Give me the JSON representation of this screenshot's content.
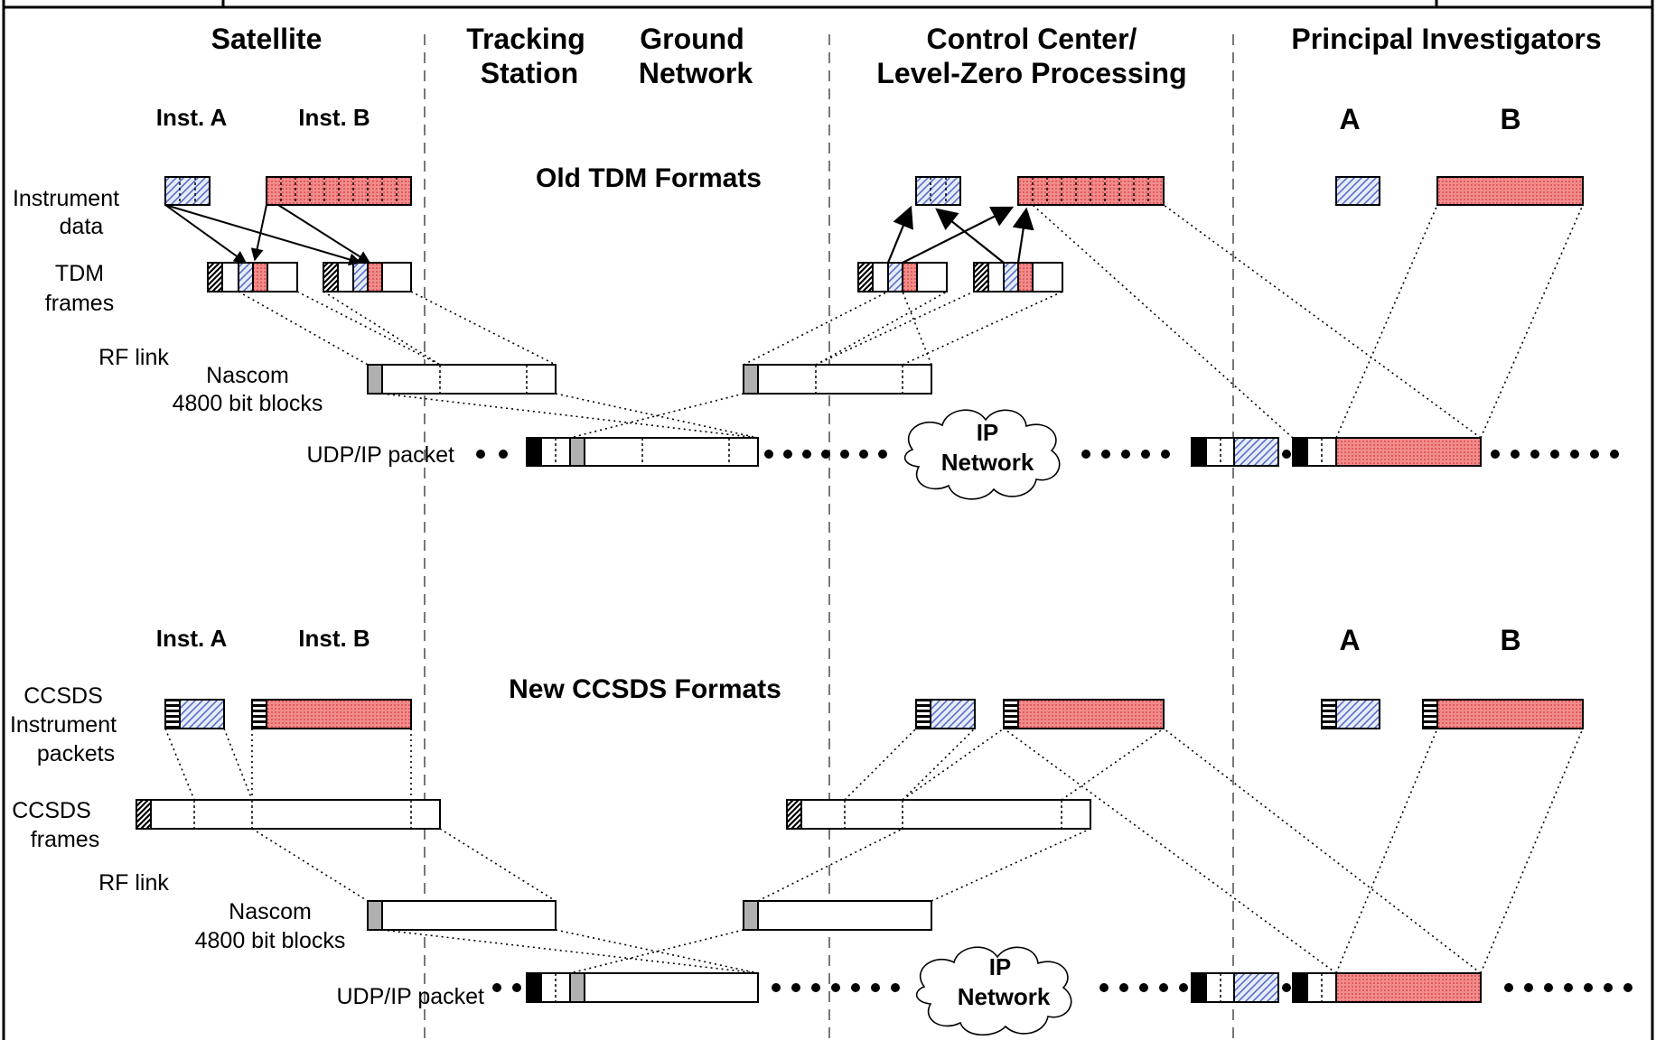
{
  "headers": {
    "satellite": "Satellite",
    "tracking_1": "Tracking",
    "tracking_2": "Station",
    "ground_1": "Ground",
    "ground_2": "Network",
    "control_1": "Control Center/",
    "control_2": "Level-Zero Processing",
    "pi": "Principal Investigators"
  },
  "top_section": {
    "title": "Old TDM Formats",
    "inst_a": "Inst. A",
    "inst_b": "Inst. B",
    "pi_a": "A",
    "pi_b": "B",
    "instrument_data_1": "Instrument",
    "instrument_data_2": "data",
    "tdm_frames_1": "TDM",
    "tdm_frames_2": "frames",
    "rf_link": "RF link",
    "nascom_1": "Nascom",
    "nascom_2": "4800 bit blocks",
    "udp_packet": "UDP/IP packet",
    "ip_network_1": "IP",
    "ip_network_2": "Network"
  },
  "bottom_section": {
    "title": "New CCSDS Formats",
    "inst_a": "Inst. A",
    "inst_b": "Inst. B",
    "pi_a": "A",
    "pi_b": "B",
    "ccsds_packets_1": "CCSDS",
    "ccsds_packets_2": "Instrument",
    "ccsds_packets_3": "packets",
    "ccsds_frames_1": "CCSDS",
    "ccsds_frames_2": "frames",
    "rf_link": "RF link",
    "nascom_1": "Nascom",
    "nascom_2": "4800 bit blocks",
    "udp_packet": "UDP/IP packet",
    "ip_network_1": "IP",
    "ip_network_2": "Network"
  },
  "colors": {
    "instrument_a": "#b8c8f0",
    "instrument_b": "#f28c8c",
    "header_block": "#b0b0b0",
    "line": "#000000"
  }
}
